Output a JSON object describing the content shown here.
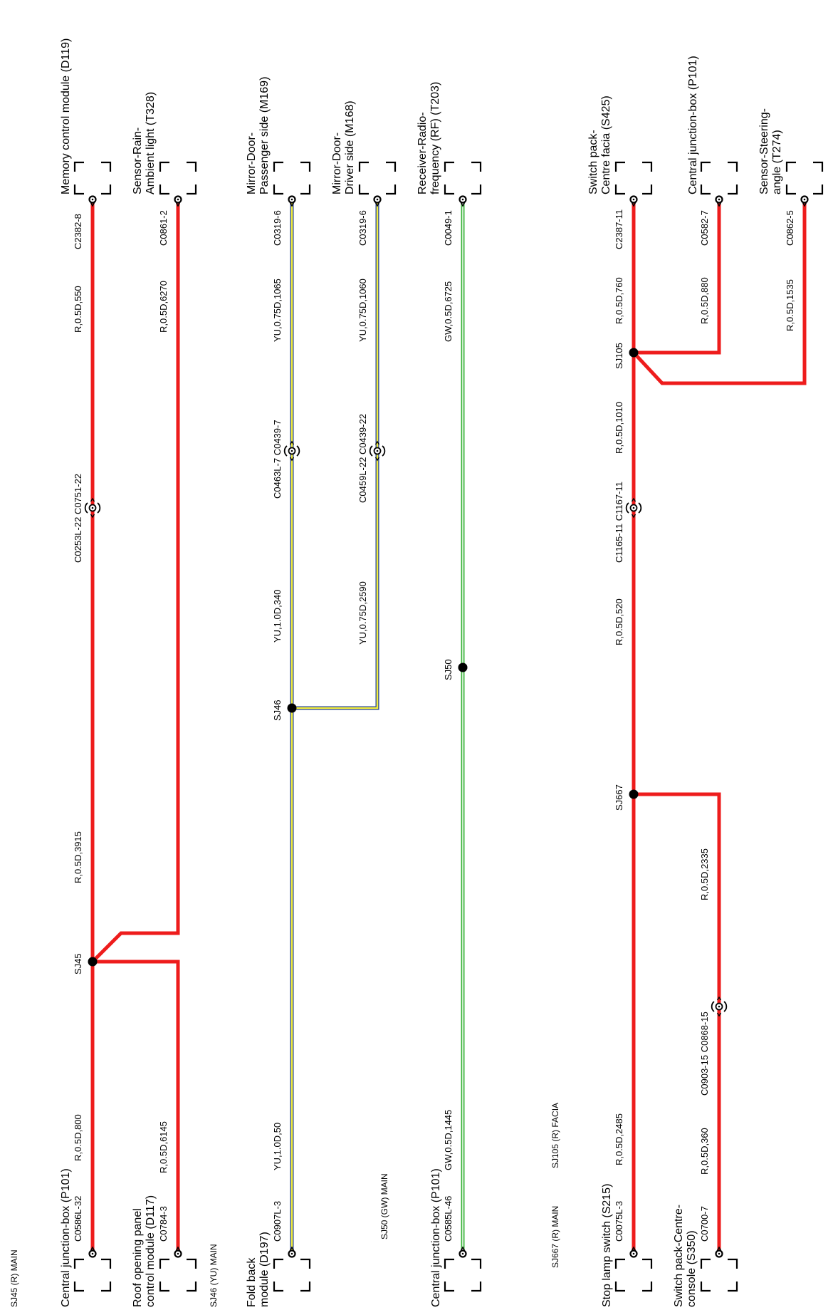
{
  "colors": {
    "red": "#ee1c1c",
    "yellow": "#f5ef3c",
    "green": "#3cb43c",
    "blue": "#1f3f9a",
    "node": "#000000",
    "connector": "#000000"
  },
  "footers": [
    "SJ45 (R) MAIN",
    "SJ46 (YU) MAIN",
    "SJ50 (GW) MAIN",
    "SJ667 (R) MAIN",
    "SJ105 (R) FACIA"
  ],
  "components": [
    {
      "lines": [
        "Memory control module (D119)"
      ]
    },
    {
      "lines": [
        "Sensor-Rain-",
        "Ambient light (T328)"
      ]
    },
    {
      "lines": [
        "Mirror-Door-",
        "Passenger side (M169)"
      ]
    },
    {
      "lines": [
        "Mirror-Door-",
        "Driver side (M168)"
      ]
    },
    {
      "lines": [
        "Receiver-Radio-",
        "frequency (RF) (T203)"
      ]
    },
    {
      "lines": [
        "Switch pack-",
        "Centre facia (S425)"
      ]
    },
    {
      "lines": [
        "Central junction-box (P101)"
      ]
    },
    {
      "lines": [
        "Sensor-Steering-",
        "angle (T274)"
      ]
    },
    {
      "lines": [
        "Central junction-box (P101)"
      ]
    },
    {
      "lines": [
        "Roof opening panel",
        "control module (D117)"
      ]
    },
    {
      "lines": [
        "Fold back",
        "module (D197)"
      ]
    },
    {
      "lines": [
        "Central junction-box (P101)"
      ]
    },
    {
      "lines": [
        "Stop lamp switch (S215)"
      ]
    },
    {
      "lines": [
        "Switch pack-Centre-",
        "console (S350)"
      ]
    }
  ],
  "pins": [
    "C2382-8",
    "C0861-2",
    "C0319-6",
    "C0319-6",
    "C0049-1",
    "C2387-11",
    "C0582-7",
    "C0862-5",
    "C0586L-32",
    "C0784-3",
    "C0907L-3",
    "C0585L-46",
    "C0075L-3",
    "C0700-7"
  ],
  "wires": [
    "R,0.5D,550",
    "R,0.5D,6270",
    "YU,0.75D,1065",
    "YU,0.75D,1060",
    "GW,0.5D,6725",
    "R,0.5D,760",
    "R,0.5D,880",
    "R,0.5D,1535",
    "R,0.5D,1010",
    "R,0.5D,520",
    "R,0.5D,3915",
    "YU,1.0D,340",
    "YU,0.75D,2590",
    "R,0.5D,2335",
    "R,0.5D,800",
    "R,0.5D,6145",
    "YU,1.0D,50",
    "GW,0.5D,1445",
    "R,0.5D,2485",
    "R,0.5D,360"
  ],
  "inline_connectors": [
    "C0253L-22 C0751-22",
    "C0463L-7 C0439-7",
    "C0459L-22 C0439-22",
    "C1165-11 C1167-11",
    "C0903-15 C0868-15"
  ],
  "splices": [
    "SJ45",
    "SJ46",
    "SJ50",
    "SJ667",
    "SJ105"
  ]
}
